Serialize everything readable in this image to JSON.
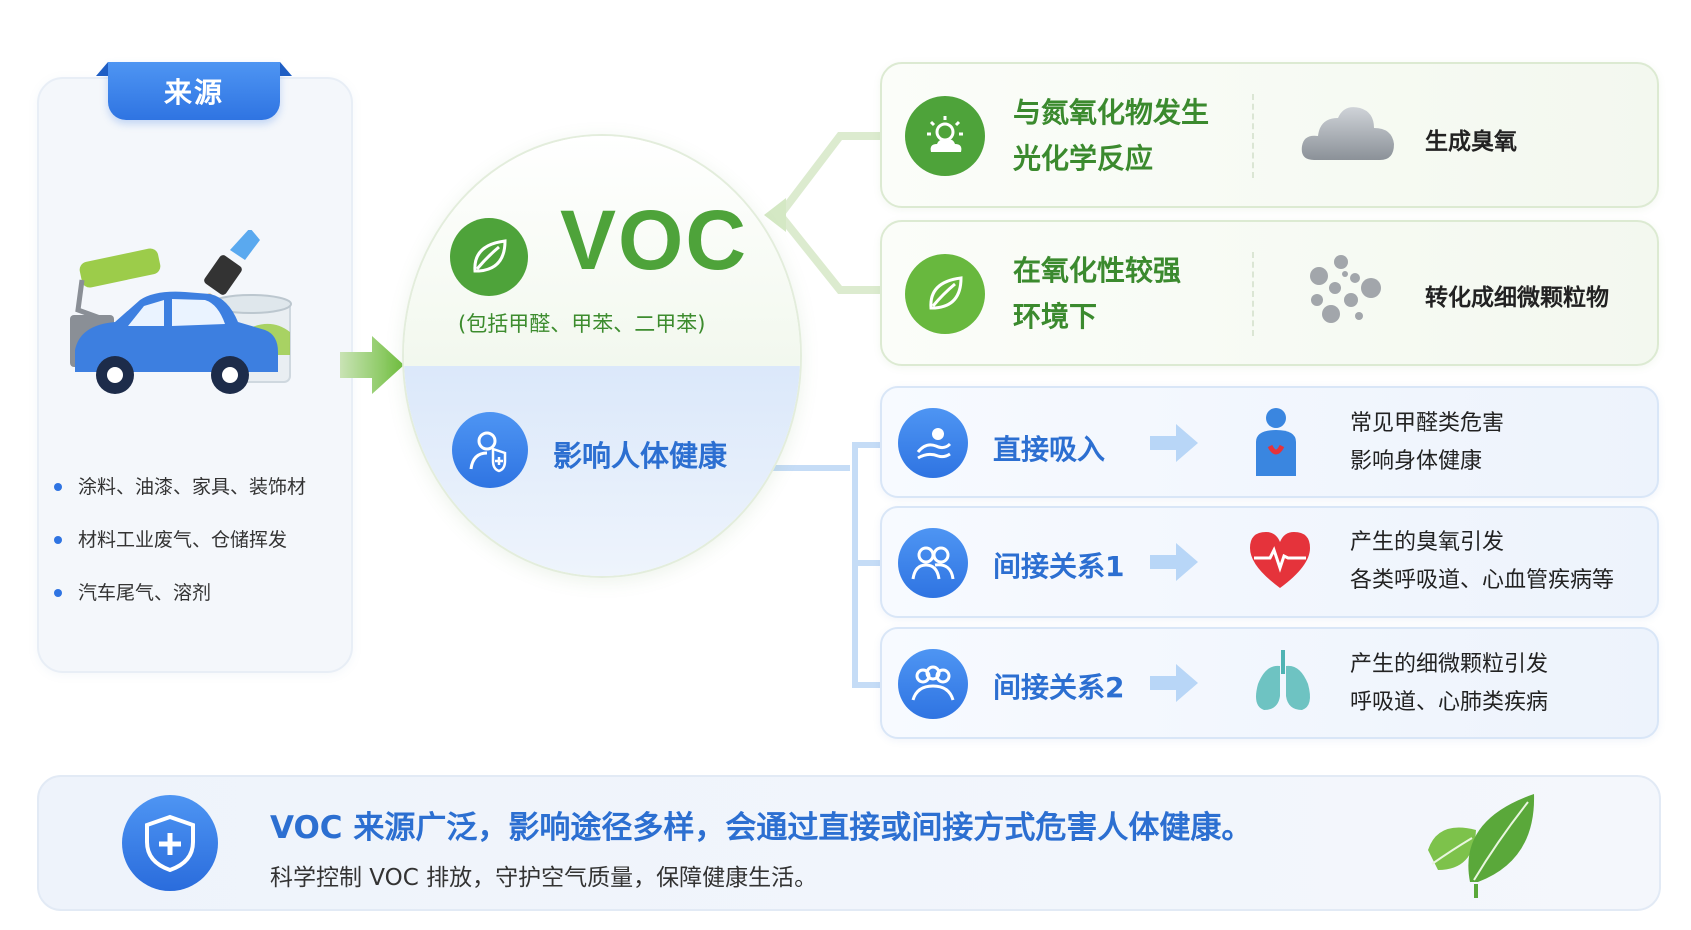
{
  "source": {
    "tab_label": "来源",
    "items": [
      "涂料、油漆、家具、装饰材",
      "材料工业废气、仓储挥发",
      "汽车尾气、溶剂"
    ]
  },
  "center": {
    "title": "VOC",
    "subtitle": "(包括甲醛、甲苯、二甲苯)",
    "health_label": "影响人体健康"
  },
  "reactions": [
    {
      "text_line1": "与氮氧化物发生",
      "text_line2": "光化学反应",
      "result": "生成臭氧",
      "icon": "sun-cloud-icon",
      "result_icon": "cloud-icon"
    },
    {
      "text_line1": "在氧化性较强",
      "text_line2": "环境下",
      "result": "转化成细微颗粒物",
      "icon": "leaf-icon",
      "result_icon": "particles-icon"
    }
  ],
  "impacts": [
    {
      "label": "直接吸入",
      "desc_line1": "常见甲醛类危害",
      "desc_line2": "影响身体健康",
      "icon": "inhale-icon",
      "result_icon": "body-icon"
    },
    {
      "label": "间接关系1",
      "desc_line1": "产生的臭氧引发",
      "desc_line2": "各类呼吸道、心血管疾病等",
      "icon": "people-icon",
      "result_icon": "heart-icon"
    },
    {
      "label": "间接关系2",
      "desc_line1": "产生的细微颗粒引发",
      "desc_line2": "呼吸道、心肺类疾病",
      "icon": "group-icon",
      "result_icon": "lungs-icon"
    }
  ],
  "summary": {
    "main": "VOC 来源广泛，影响途径多样，会通过直接或间接方式危害人体健康。",
    "sub": "科学控制 VOC 排放，守护空气质量，保障健康生活。"
  },
  "colors": {
    "green": "#4ea33a",
    "blue": "#2c6fd1",
    "red": "#e5333b"
  }
}
